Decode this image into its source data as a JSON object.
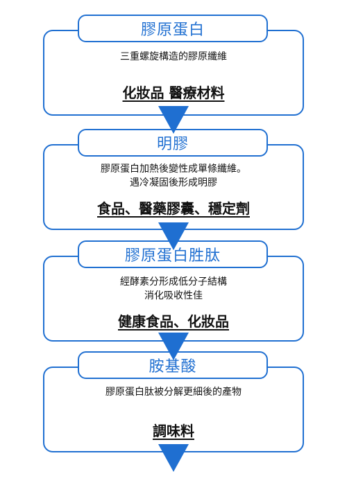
{
  "accent_color": "#1f6fd1",
  "steps": [
    {
      "title": "膠原蛋白",
      "lines": [
        "三重螺旋構造的膠原纖維"
      ],
      "use": "化妝品 醫療材料"
    },
    {
      "title": "明膠",
      "lines": [
        "膠原蛋白加熱後變性成單條纖維。",
        "遇冷凝固後形成明膠"
      ],
      "use": "食品、醫藥膠囊、穩定劑"
    },
    {
      "title": "膠原蛋白胜肽",
      "lines": [
        "經酵素分形成低分子結構",
        "消化吸收性佳"
      ],
      "use": "健康食品、化妝品"
    },
    {
      "title": "胺基酸",
      "lines": [
        "膠原蛋白肽被分解更細後的產物"
      ],
      "use": "調味料"
    }
  ]
}
